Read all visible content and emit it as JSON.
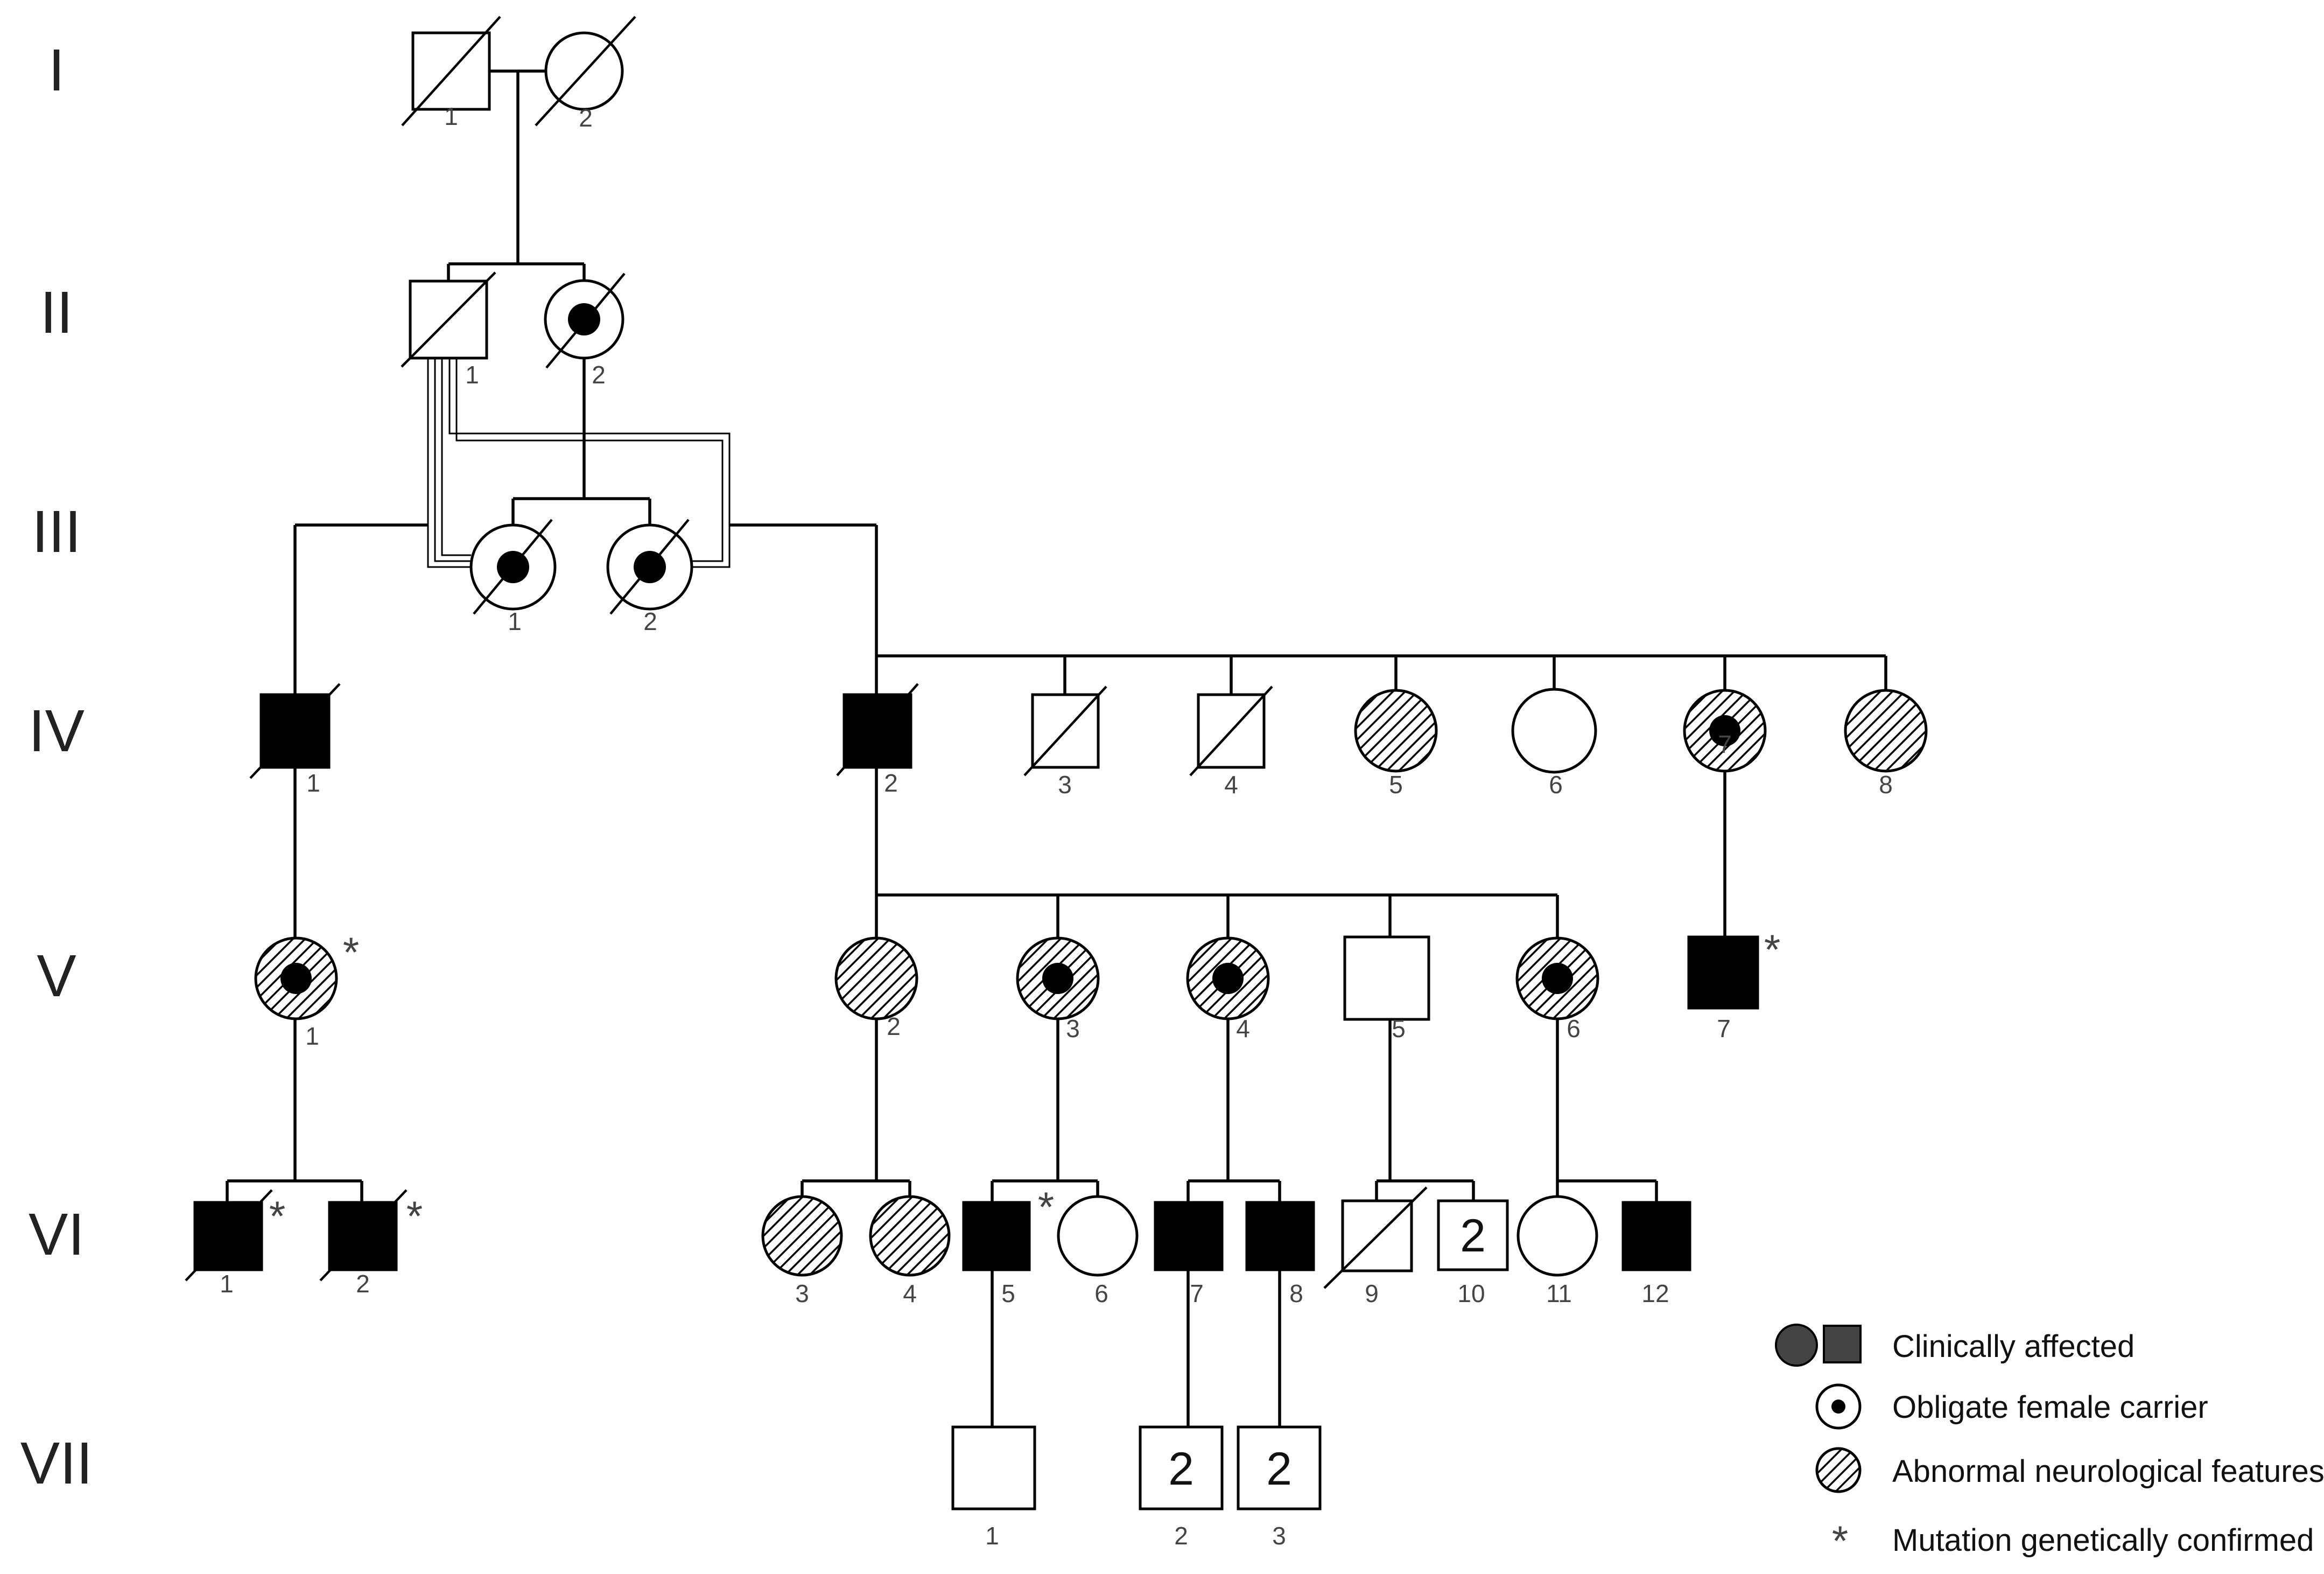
{
  "colors": {
    "affected": "#000000",
    "unaffected": "#ffffff",
    "line": "#000000",
    "legend_symbol": "#444444"
  },
  "generations": [
    "I",
    "II",
    "III",
    "IV",
    "V",
    "VI",
    "VII"
  ],
  "individuals": {
    "I_1": "1",
    "I_2": "2",
    "II_1": "1",
    "II_2": "2",
    "III_1": "1",
    "III_2": "2",
    "IV_1": "1",
    "IV_2": "2",
    "IV_3": "3",
    "IV_4": "4",
    "IV_5": "5",
    "IV_6": "6",
    "IV_7": "7",
    "IV_8": "8",
    "V_1": "1",
    "V_2": "2",
    "V_3": "3",
    "V_4": "4",
    "V_5": "5",
    "V_6": "6",
    "V_7": "7",
    "VI_1": "1",
    "VI_2": "2",
    "VI_3": "3",
    "VI_4": "4",
    "VI_5": "5",
    "VI_6": "6",
    "VI_7": "7",
    "VI_8": "8",
    "VI_9": "9",
    "VI_10": "10",
    "VI_11": "11",
    "VI_12": "12",
    "VII_1": "1",
    "VII_2": "2",
    "VII_3": "3"
  },
  "sibship_counts": {
    "VI_10": "2",
    "VII_2": "2",
    "VII_3": "2"
  },
  "confirmed_mark": "*",
  "legend": {
    "affected": "Clinically affected",
    "carrier": "Obligate female carrier",
    "neuro": "Abnormal neurological features",
    "confirmed": "Mutation genetically confirmed",
    "confirmed_symbol": "*"
  }
}
